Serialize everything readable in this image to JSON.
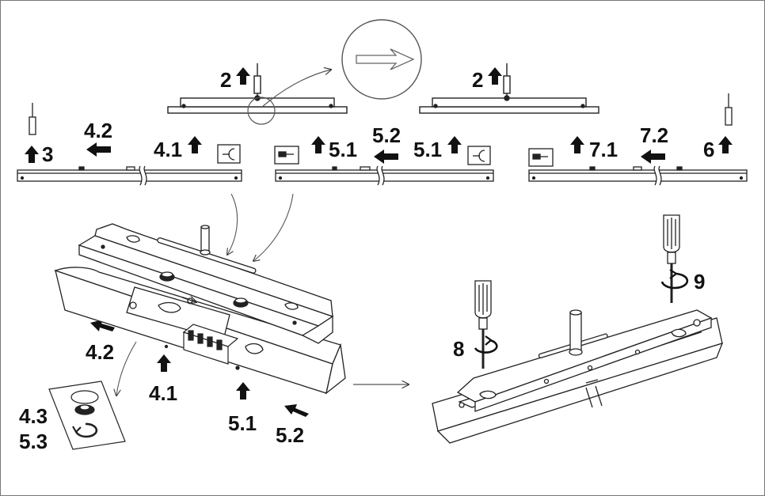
{
  "figure": {
    "labels": {
      "step_2_left": "2",
      "step_2_right": "2",
      "step_3": "3",
      "step_4_2_top": "4.2",
      "step_4_1_top": "4.1",
      "step_5_1_a": "5.1",
      "step_5_2_top": "5.2",
      "step_5_1_b": "5.1",
      "step_7_1": "7.1",
      "step_7_2": "7.2",
      "step_6": "6",
      "step_4_2_main": "4.2",
      "step_4_1_main": "4.1",
      "step_5_1_main": "5.1",
      "step_5_2_main": "5.2",
      "step_4_3": "4.3",
      "step_5_3": "5.3",
      "step_8": "8",
      "step_9": "9"
    },
    "colors": {
      "line": "#222222",
      "fill": "#ffffff",
      "frame": "#777777"
    }
  }
}
